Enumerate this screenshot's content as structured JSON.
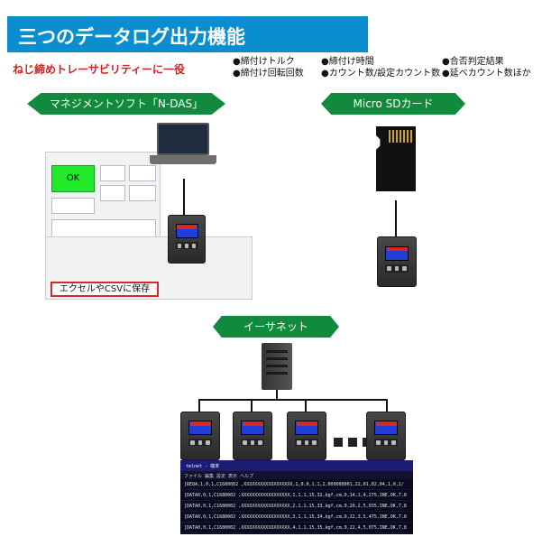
{
  "header": {
    "title": "三つのデータログ出力機能",
    "tagline": "ねじ締めトレーサビリティーに一役"
  },
  "features": [
    "●締付けトルク",
    "●締付け時間",
    "●合否判定結果",
    "●締付け回転回数",
    "●カウント数/設定カウント数",
    "●延べカウント数ほか"
  ],
  "sections": {
    "software": "マネジメントソフト「N-DAS」",
    "sdcard": "Micro SDカード",
    "ethernet": "イーサネット"
  },
  "software_screen": {
    "status": "OK",
    "save_note": "エクセルやCSVに保存"
  },
  "terminal": {
    "title": "telnet - 端末",
    "menu": "ファイル 編集 設定 表示 ヘルプ",
    "rows": [
      "[REQA,1,0,1,C1680002                    ,XXXXXXXXXXXXXXXXXX,1,0,0,1,1,1,000000001,22,01,02,04,1,0,1/",
      "[DATA0,0,1,C1680002                      ,XXXXXXXXXXXXXXXXXX,1,1,1,15,32,kgf,cm,0,14,1,4,275,INE,OK,7,8",
      "[DATA0,0,1,C1680002                      ,XXXXXXXXXXXXXXXXXX,2,1,1,15,33,kgf,cm,0,20,2,5,035,INE,OK,7,8",
      "[DATA0,0,1,C1680002                      ,XXXXXXXXXXXXXXXXXX,3,1,1,15,34,kgf,cm,0,22,3,5,475,INE,OK,7,8",
      "[DATA0,0,1,C1680002                      ,XXXXXXXXXXXXXXXXXX,4,1,1,15,35,kgf,cm,0,22,4,5,075,INE,OK,7,8"
    ]
  },
  "colors": {
    "title_bg": "#0a8ecf",
    "banner_bg": "#128a3e",
    "tagline": "#d41f1f",
    "ok_green": "#22e82a"
  }
}
